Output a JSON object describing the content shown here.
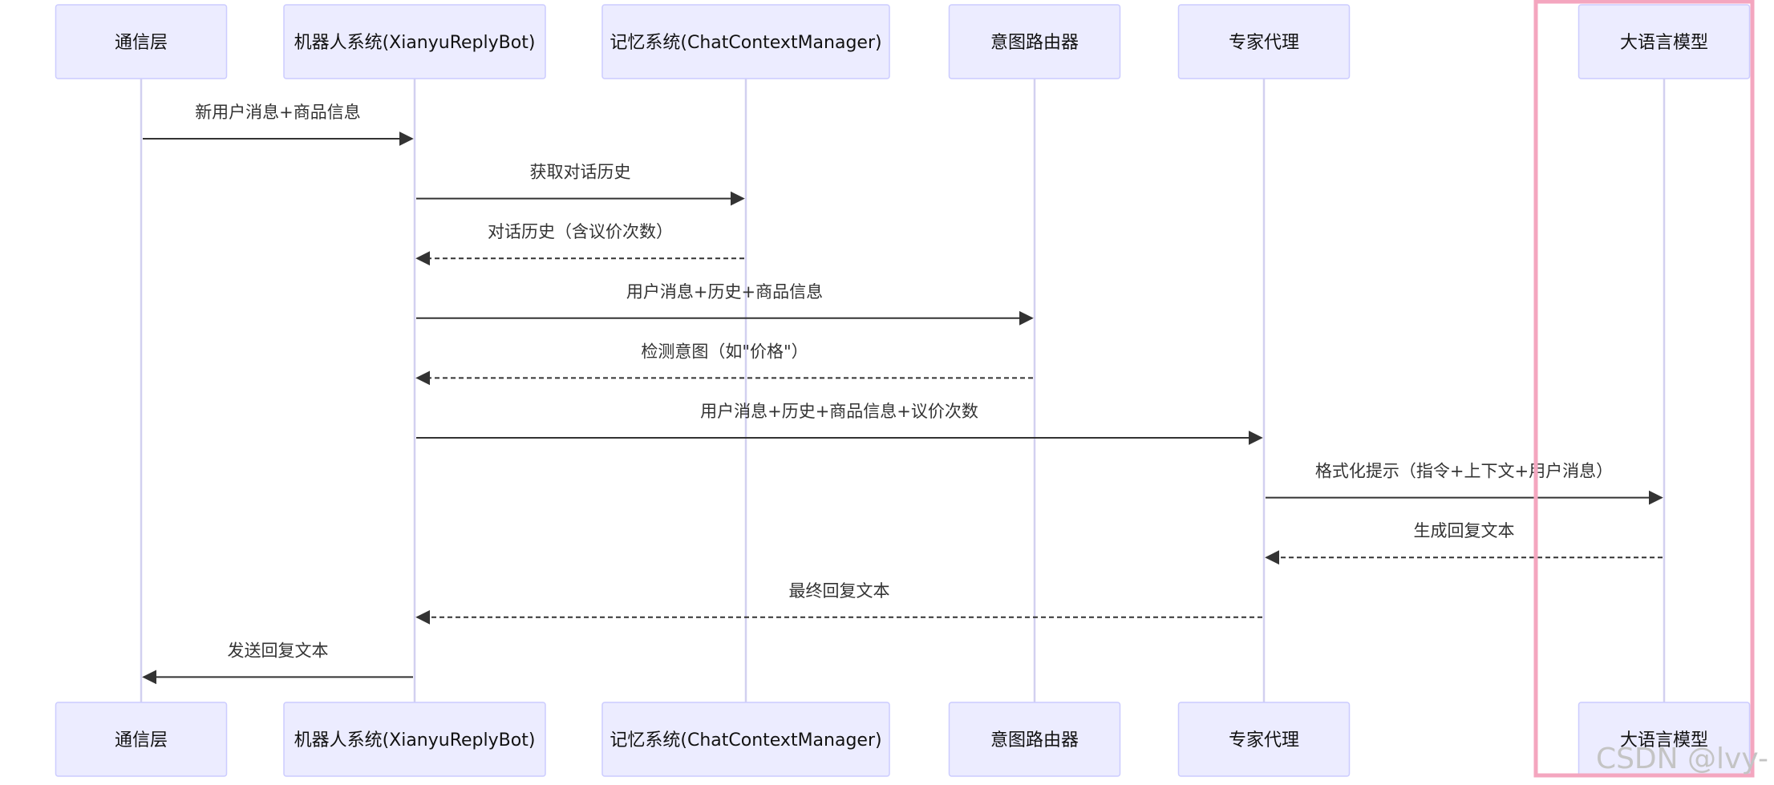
{
  "participants": [
    {
      "id": "comm",
      "label": "通信层"
    },
    {
      "id": "bot",
      "label": "机器人系统(XianyuReplyBot)"
    },
    {
      "id": "memory",
      "label": "记忆系统(ChatContextManager)"
    },
    {
      "id": "router",
      "label": "意图路由器"
    },
    {
      "id": "expert",
      "label": "专家代理"
    },
    {
      "id": "llm",
      "label": "大语言模型"
    }
  ],
  "messages": [
    {
      "from": "comm",
      "to": "bot",
      "label": "新用户消息+商品信息",
      "style": "solid"
    },
    {
      "from": "bot",
      "to": "memory",
      "label": "获取对话历史",
      "style": "solid"
    },
    {
      "from": "memory",
      "to": "bot",
      "label": "对话历史（含议价次数）",
      "style": "dashed"
    },
    {
      "from": "bot",
      "to": "router",
      "label": "用户消息+历史+商品信息",
      "style": "solid"
    },
    {
      "from": "router",
      "to": "bot",
      "label": "检测意图（如\"价格\"）",
      "style": "dashed"
    },
    {
      "from": "bot",
      "to": "expert",
      "label": "用户消息+历史+商品信息+议价次数",
      "style": "solid"
    },
    {
      "from": "expert",
      "to": "llm",
      "label": "格式化提示（指令+上下文+用户消息）",
      "style": "solid"
    },
    {
      "from": "llm",
      "to": "expert",
      "label": "生成回复文本",
      "style": "dashed"
    },
    {
      "from": "expert",
      "to": "bot",
      "label": "最终回复文本",
      "style": "dashed"
    },
    {
      "from": "bot",
      "to": "comm",
      "label": "发送回复文本",
      "style": "solid"
    }
  ],
  "watermark": "CSDN @lvy-",
  "colors": {
    "actor_fill": "#ECECFF",
    "actor_border": "#CCCCFF",
    "lifeline": "#D2D0F0",
    "arrow": "#333333",
    "highlight": "#F4A6BF",
    "watermark": "#C4C4C4"
  }
}
